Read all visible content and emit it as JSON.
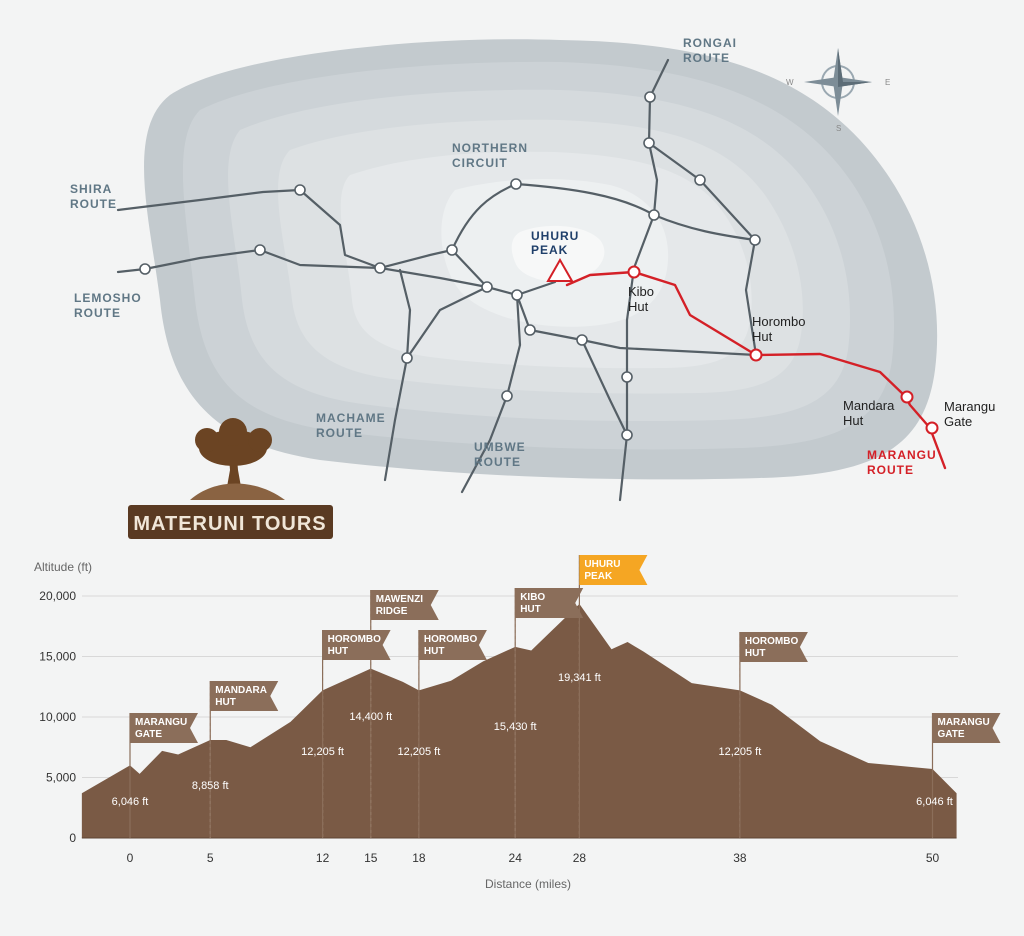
{
  "map": {
    "routes": {
      "rongai": [
        "RONGAI",
        "ROUTE"
      ],
      "northern": [
        "NORTHERN",
        "CIRCUIT"
      ],
      "shira": [
        "SHIRA",
        "ROUTE"
      ],
      "lemosho": [
        "LEMOSHO",
        "ROUTE"
      ],
      "machame": [
        "MACHAME",
        "ROUTE"
      ],
      "umbwe": [
        "UMBWE",
        "ROUTE"
      ],
      "marangu": [
        "MARANGU",
        "ROUTE"
      ]
    },
    "peak": [
      "UHURU",
      "PEAK"
    ],
    "huts": {
      "kibo": [
        "Kibo",
        "Hut"
      ],
      "horombo": [
        "Horombo",
        "Hut"
      ],
      "mandara": [
        "Mandara",
        "Hut"
      ],
      "gate": [
        "Marangu",
        "Gate"
      ]
    },
    "compass": {
      "w": "W",
      "e": "E",
      "s": "S"
    },
    "logo_text": "MATERUNI TOURS",
    "colors": {
      "mountain": "#c3cace",
      "route_red": "#d42027",
      "trail": "#555f66",
      "profile": "#7a5a45"
    }
  },
  "chart_data": {
    "type": "area",
    "ylabel": "Altitude (ft)",
    "xlabel": "Distance (miles)",
    "ylim": [
      0,
      20000
    ],
    "y_ticks": [
      "20,000",
      "15,000",
      "10,000",
      "5,000",
      "0"
    ],
    "y_tick_values": [
      20000,
      15000,
      10000,
      5000,
      0
    ],
    "x_ticks": [
      "0",
      "5",
      "12",
      "15",
      "18",
      "24",
      "28",
      "38",
      "50"
    ],
    "x_tick_values": [
      0,
      5,
      12,
      15,
      18,
      24,
      28,
      38,
      50
    ],
    "profile": {
      "x": [
        -3,
        0,
        0.6,
        2,
        3,
        4,
        5,
        6,
        7.5,
        10,
        12,
        15,
        17,
        18,
        20,
        22,
        24,
        25,
        28,
        30,
        31,
        32,
        35,
        38,
        40,
        43,
        46,
        50,
        51.5
      ],
      "y": [
        3700,
        6000,
        5300,
        7200,
        6900,
        7500,
        8100,
        8100,
        7500,
        9600,
        12205,
        14000,
        12900,
        12205,
        13000,
        14600,
        15800,
        15500,
        19341,
        15600,
        16200,
        15400,
        12800,
        12205,
        11000,
        8000,
        6200,
        5700,
        3700
      ]
    },
    "annotations": [
      {
        "x": 0,
        "flag": [
          "MARANGU",
          "GATE"
        ],
        "altitude": "6,046 ft"
      },
      {
        "x": 5,
        "flag": [
          "MANDARA",
          "HUT"
        ],
        "altitude": "8,858 ft"
      },
      {
        "x": 12,
        "flag": [
          "HOROMBO",
          "HUT"
        ],
        "altitude": "12,205 ft"
      },
      {
        "x": 15,
        "flag": [
          "MAWENZI",
          "RIDGE"
        ],
        "altitude": "14,400 ft"
      },
      {
        "x": 18,
        "flag": [
          "HOROMBO",
          "HUT"
        ],
        "altitude": "12,205 ft"
      },
      {
        "x": 24,
        "flag": [
          "KIBO",
          "HUT"
        ],
        "altitude": "15,430 ft"
      },
      {
        "x": 28,
        "flag": [
          "UHURU",
          "PEAK"
        ],
        "altitude": "19,341 ft",
        "highlight": true
      },
      {
        "x": 38,
        "flag": [
          "HOROMBO",
          "HUT"
        ],
        "altitude": "12,205 ft"
      },
      {
        "x": 50,
        "flag": [
          "MARANGU",
          "GATE"
        ],
        "altitude": "6,046 ft"
      }
    ],
    "colors": {
      "fill": "#7a5a45",
      "flag": "#8b6e5a",
      "flag_highlight": "#f5a623",
      "grid": "#d8d8d8"
    }
  }
}
